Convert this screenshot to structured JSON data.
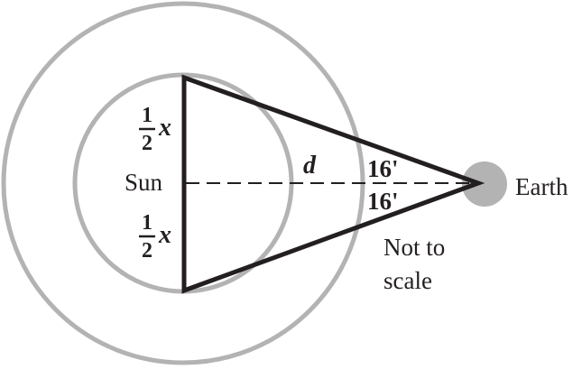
{
  "diagram": {
    "labels": {
      "sun": "Sun",
      "earth": "Earth",
      "distance": "d",
      "angle_top": "16'",
      "angle_bottom": "16'",
      "note_line1": "Not to",
      "note_line2": "scale",
      "half_x_top": {
        "numerator": "1",
        "denominator": "2",
        "variable": "x"
      },
      "half_x_bottom": {
        "numerator": "1",
        "denominator": "2",
        "variable": "x"
      }
    },
    "colors": {
      "circle_stroke": "#b3b3b3",
      "earth_fill": "#b3b3b3",
      "line": "#231f20",
      "text": "#231f20"
    }
  }
}
